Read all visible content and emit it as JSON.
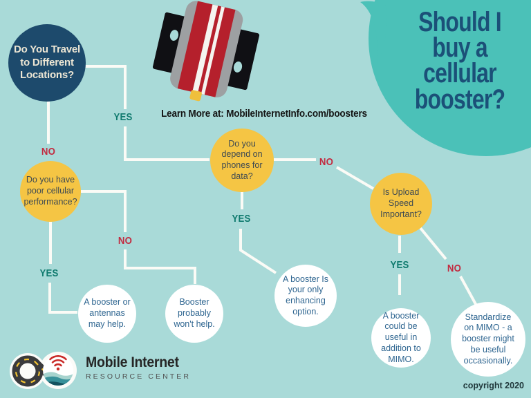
{
  "title": {
    "text": "Should I\nbuy a\ncellular\nbooster?"
  },
  "learn_more": "Learn More at: MobileInternetInfo.com/boosters",
  "copyright": "copyright 2020",
  "logo": {
    "name": "Mobile Internet",
    "subtitle": "RESOURCE CENTER"
  },
  "questions": {
    "travel": "Do You Travel\nto Different\nLocations?",
    "poor_cellular": "Do you have\npoor cellular\nperformance?",
    "depend_phones": "Do you\ndepend on\nphones for\ndata?",
    "upload_speed": "Is Upload\nSpeed\nImportant?"
  },
  "answers": {
    "booster_antennas": "A booster or\nantennas\nmay help.",
    "wont_help": "Booster\nprobably\nwon't help.",
    "only_option": "A booster Is\nyour only\nenhancing\noption.",
    "addition_mimo": "A booster\ncould be\nuseful in\naddition to\nMIMO.",
    "standardize": "Standardize\non MIMO - a\nbooster might\nbe useful\noccasionally."
  },
  "edges": {
    "travel_yes": "YES",
    "travel_no": "NO",
    "poor_yes": "YES",
    "poor_no": "NO",
    "depend_yes": "YES",
    "depend_no": "NO",
    "upload_yes": "YES",
    "upload_no": "NO"
  },
  "colors": {
    "background": "#A9DAD8",
    "speech_bubble": "#4BC1B8",
    "navy": "#1D4A6C",
    "title_navy": "#1B5078",
    "question_yellow": "#F5C544",
    "answer_white": "#FFFFFF",
    "answer_text_blue": "#2E6590",
    "yes_green": "#0F7A6E",
    "no_red": "#C22B40",
    "connector_white": "#FBFBF6",
    "booster_red": "#B5202C",
    "logo_wifi_red": "#C92A28"
  }
}
